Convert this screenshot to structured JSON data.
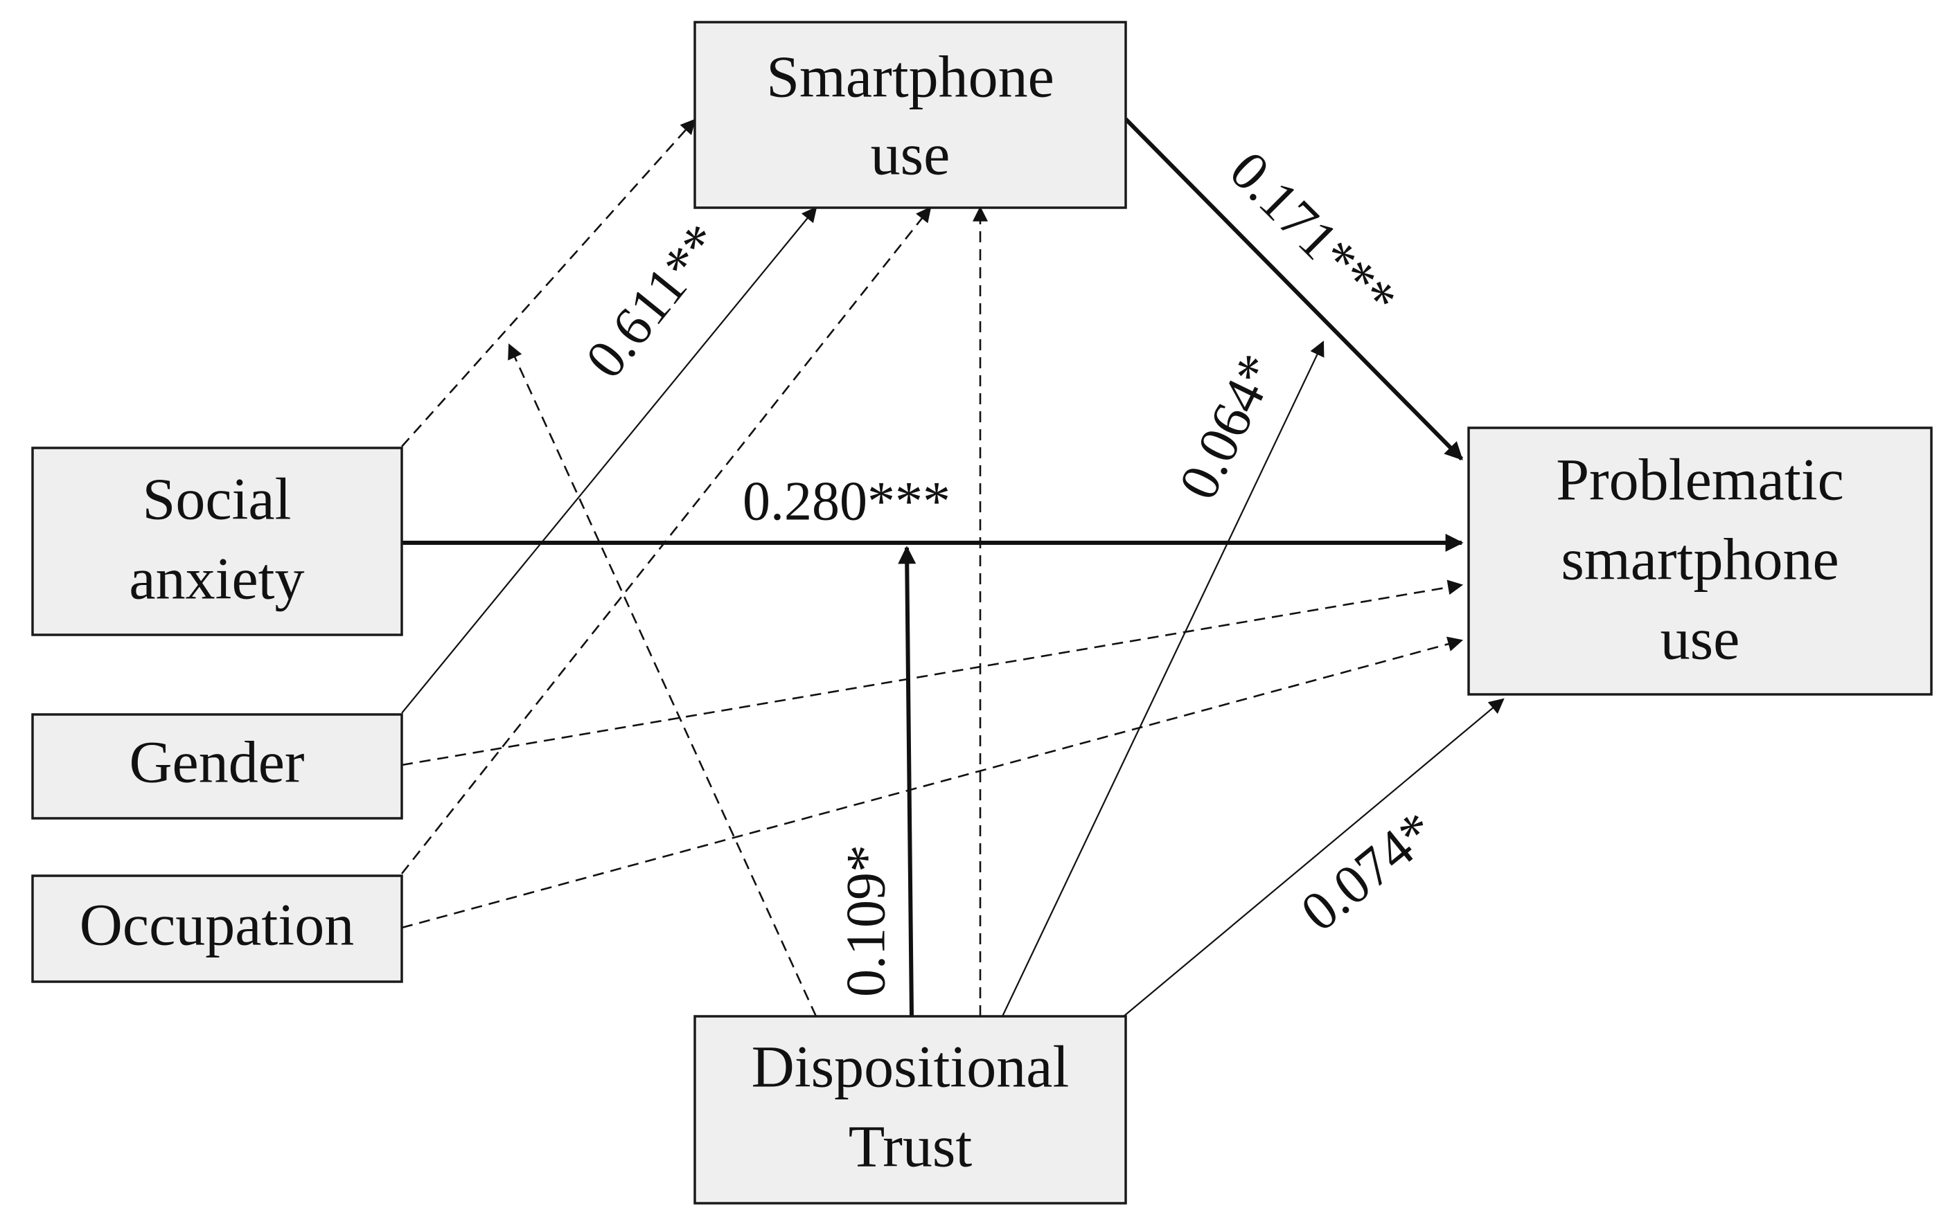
{
  "diagram": {
    "nodes": {
      "smartphone_use": {
        "lines": [
          "Smartphone",
          "use"
        ]
      },
      "social_anxiety": {
        "lines": [
          "Social",
          "anxiety"
        ]
      },
      "gender": {
        "lines": [
          "Gender"
        ]
      },
      "occupation": {
        "lines": [
          "Occupation"
        ]
      },
      "problematic": {
        "lines": [
          "Problematic",
          "smartphone",
          "use"
        ]
      },
      "dispositional_trust": {
        "lines": [
          "Dispositional",
          "Trust"
        ]
      }
    },
    "coefficients": {
      "anxiety_to_use": "0.611**",
      "use_to_problematic": "0.171***",
      "anxiety_to_problematic": "0.280***",
      "trust_moderates_b_path": "0.064*",
      "trust_moderates_c_path": "0.109*",
      "trust_to_problematic": "0.074*"
    }
  }
}
